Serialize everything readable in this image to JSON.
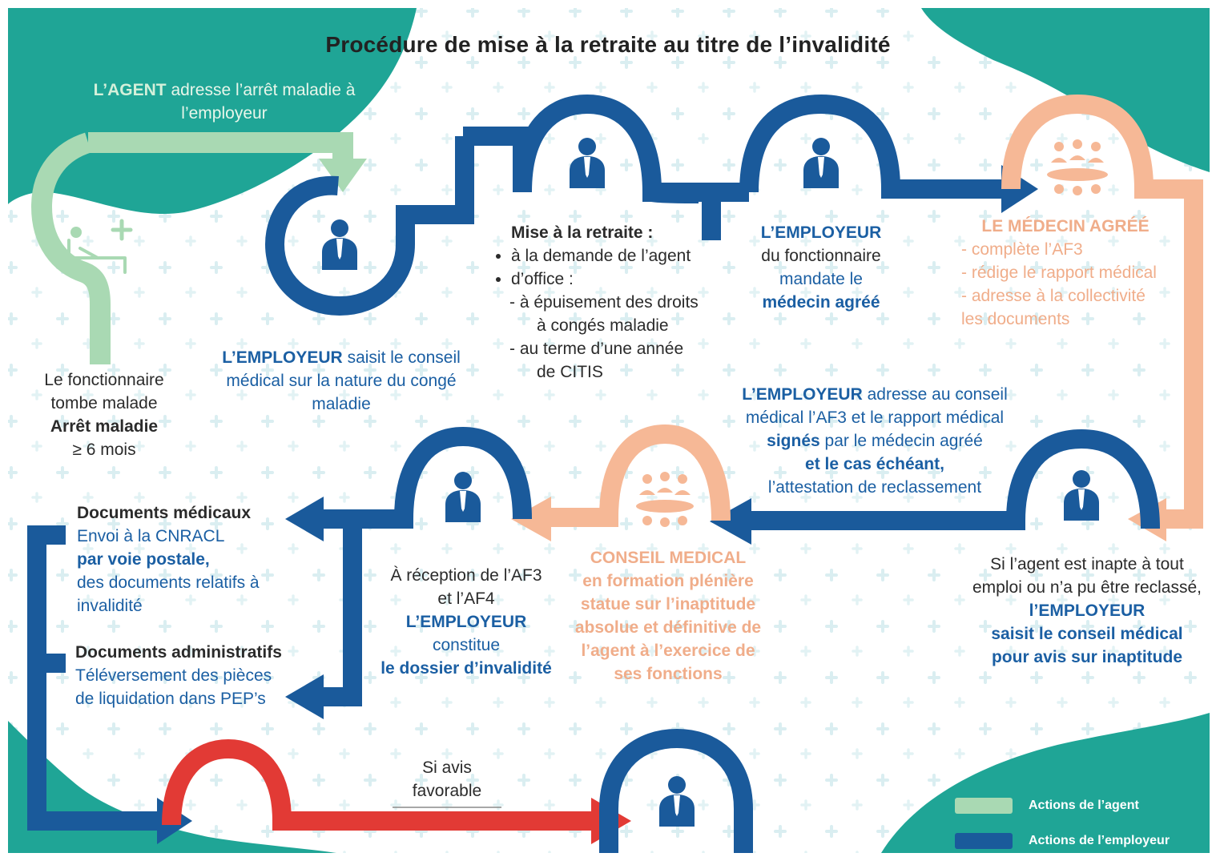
{
  "title": "Procédure de mise à la retraite au titre de l’invalidité",
  "colors": {
    "agent": "#a9d9b3",
    "employer": "#1a5a9b",
    "doctor": "#f6b896",
    "refusal": "#e23a35",
    "teal": "#1fa596"
  },
  "step_agent_sends": {
    "agent": "L’AGENT",
    "text": "adresse l’arrêt maladie à l’employeur"
  },
  "step_sick": {
    "line1": "Le fonctionnaire",
    "line2": "tombe malade",
    "line3": "Arrêt maladie",
    "line4": "≥ 6 mois"
  },
  "step_refer_council": {
    "employer": "L’EMPLOYEUR",
    "text": "saisit le conseil médical sur la nature du congé maladie"
  },
  "step_retirement": {
    "heading": "Mise à la retraite :",
    "bullet1": "à la demande de l’agent",
    "bullet2": "d’office :",
    "sub1a": "- à épuisement des droits",
    "sub1b": "à congés maladie",
    "sub2a": "- au terme d’une année",
    "sub2b": "de CITIS"
  },
  "step_mandate": {
    "employer": "L’EMPLOYEUR",
    "line2": "du fonctionnaire",
    "line3": "mandate le",
    "line4": "médecin agréé"
  },
  "step_doctor": {
    "heading": "LE MÉDECIN AGRÉÉ",
    "item1": "complète l’AF3",
    "item2": "rédige le rapport médical",
    "item3": "adresse à la collectivité les documents"
  },
  "step_send_af3": {
    "employer": "L’EMPLOYEUR",
    "text1": "adresse au conseil médical l’AF3 et le rapport médical",
    "signed": "signés",
    "text2": "par le médecin agréé",
    "case": "et le cas échéant,",
    "text3": "l’attestation de reclassement"
  },
  "step_inapt": {
    "line1": "Si l’agent est inapte à tout",
    "line2": "emploi ou n’a pu être reclassé,",
    "employer": "l’EMPLOYEUR",
    "line4": "saisit le conseil médical",
    "line5": "pour avis sur inaptitude"
  },
  "step_council": {
    "heading": "CONSEIL MEDICAL",
    "text": "en formation plénière statue sur l’inaptitude absolue et définitive de l’agent à l’exercice de ses fonctions"
  },
  "step_file": {
    "line1": "À réception de l’AF3",
    "line2": "et l’AF4",
    "employer": "L’EMPLOYEUR",
    "line4": "constitue",
    "line5": "le dossier d’invalidité"
  },
  "step_docs": {
    "med_heading": "Documents médicaux",
    "med_line1": "Envoi à la CNRACL",
    "med_line2": "par voie postale,",
    "med_line3": "des documents relatifs à invalidité",
    "adm_heading": "Documents administratifs",
    "adm_line1": "Téléversement des pièces de liquidation dans PEP’s"
  },
  "step_favorable": {
    "text": "Si avis favorable"
  },
  "legend": {
    "agent": "Actions de l’agent",
    "employer": "Actions de l’employeur"
  }
}
